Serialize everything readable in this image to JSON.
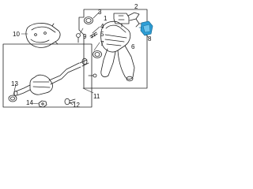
{
  "diagram": {
    "type": "exploded-parts-diagram",
    "callouts": {
      "c1": "1",
      "c2": "2",
      "c3": "3",
      "c4": "4",
      "c5": "5",
      "c6": "6",
      "c7": "7",
      "c8": "8",
      "c9": "9",
      "c10": "10",
      "c11": "11",
      "c12": "12",
      "c13": "13",
      "c14": "14"
    },
    "colors": {
      "line": "#222222",
      "highlight": "#2d9fd8",
      "highlight_stroke": "#1b6f99",
      "box": "#333333"
    }
  }
}
